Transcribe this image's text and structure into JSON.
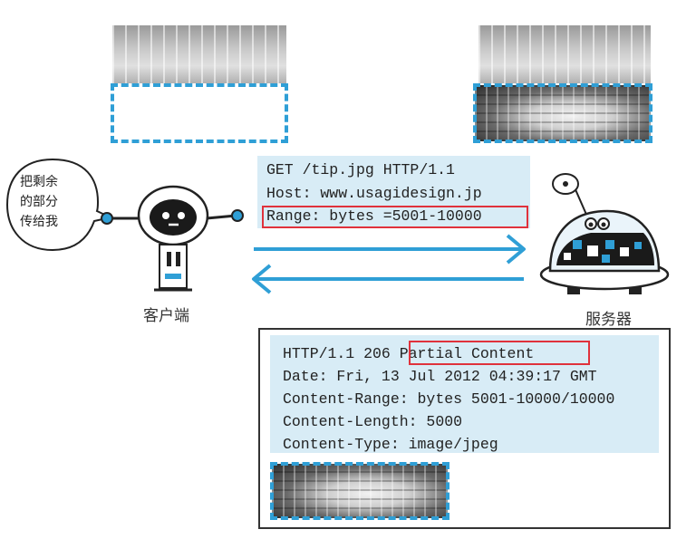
{
  "client": {
    "label": "客户端",
    "speech": [
      "把剩余",
      "的部分",
      "传给我"
    ]
  },
  "server": {
    "label": "服务器"
  },
  "request": {
    "lines": [
      "GET /tip.jpg HTTP/1.1",
      "Host: www.usagidesign.jp",
      "Range: bytes =5001-10000"
    ]
  },
  "response": {
    "status_prefix": "HTTP/1.1 206 ",
    "status_text": "Partial Content",
    "lines": [
      "Date: Fri, 13 Jul 2012 04:39:17 GMT",
      "Content-Range: bytes 5001-10000/10000",
      "Content-Length: 5000",
      "Content-Type: image/jpeg"
    ]
  },
  "colors": {
    "accent_blue": "#2f9fd6",
    "highlight_red": "#e0323c",
    "panel_bg": "#d8ecf6"
  },
  "icons": [
    "robot-client-icon",
    "robot-server-icon",
    "speech-bubble-icon",
    "arrow-right-icon",
    "arrow-left-icon"
  ]
}
